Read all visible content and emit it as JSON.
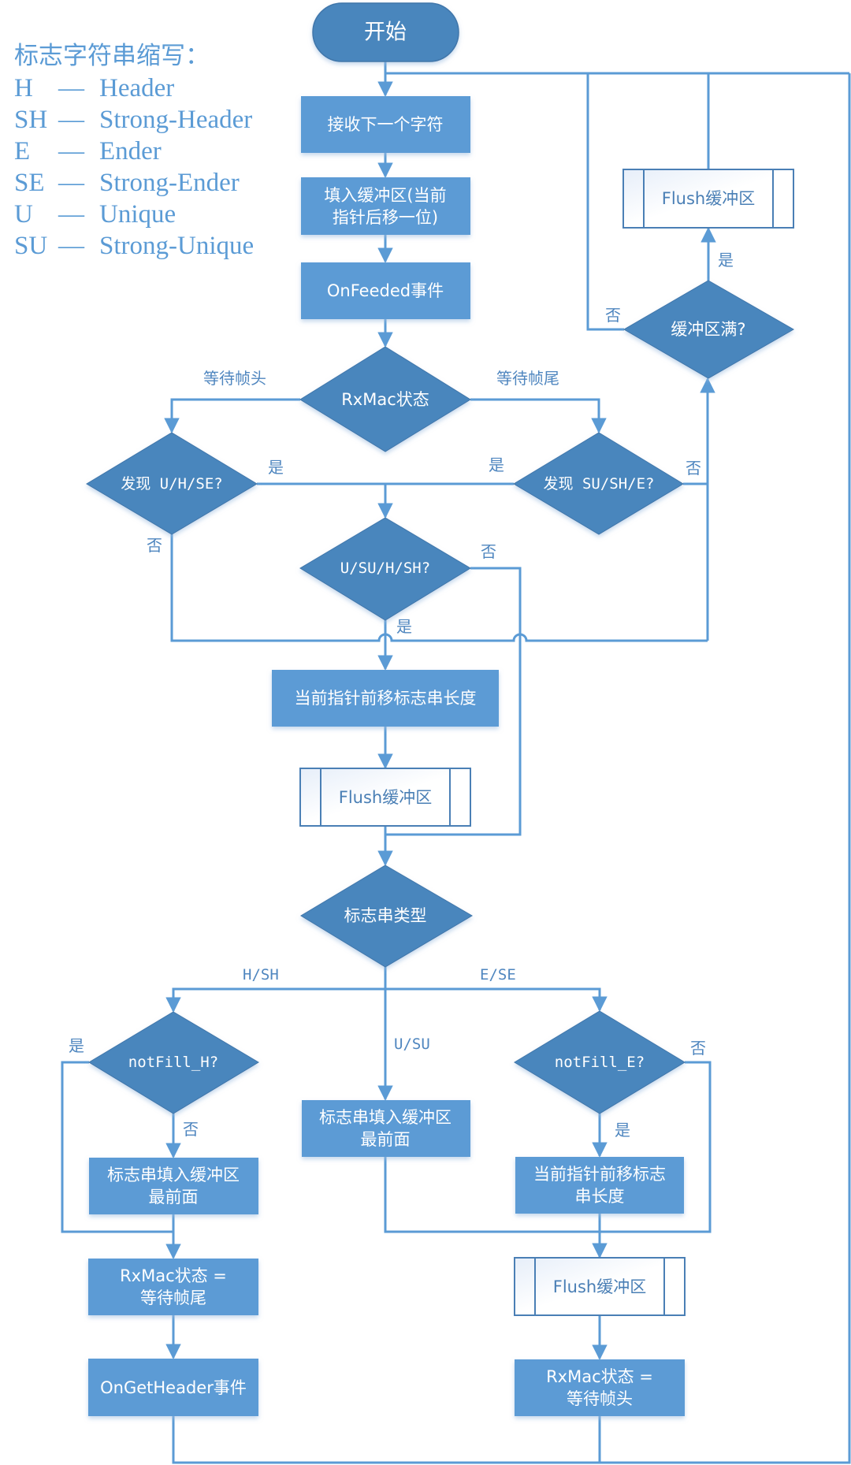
{
  "legend": {
    "title": "标志字符串缩写：",
    "items": [
      {
        "abbr": "H",
        "full": "Header"
      },
      {
        "abbr": "SH",
        "full": "Strong-Header"
      },
      {
        "abbr": "E",
        "full": "Ender"
      },
      {
        "abbr": "SE",
        "full": "Strong-Ender"
      },
      {
        "abbr": "U",
        "full": "Unique"
      },
      {
        "abbr": "SU",
        "full": "Strong-Unique"
      }
    ],
    "dash": "—"
  },
  "colors": {
    "process_fill": "#5b9bd5",
    "decision_fill": "#4a86bd",
    "terminator_fill": "#4a86bd",
    "line": "#5b9bd5",
    "label_text": "#4f86bf",
    "subprocess_fill": "#f4f8fd"
  },
  "nodes": {
    "start": "开始",
    "receive_char": "接收下一个字符",
    "fill_buffer": [
      "填入缓冲区(当前",
      "指针后移一位)"
    ],
    "on_feeded": "OnFeeded事件",
    "rxmac_state": "RxMac状态",
    "buffer_full": "缓冲区满?",
    "flush_top": "Flush缓冲区",
    "find_uhse": "发现 U/H/SE?",
    "find_sushe": "发现 SU/SH/E?",
    "is_usuhsh": "U/SU/H/SH?",
    "move_ptr_back": "当前指针前移标志串长度",
    "flush_mid": "Flush缓冲区",
    "flag_type": "标志串类型",
    "notfill_h": "notFill_H?",
    "notfill_e": "notFill_E?",
    "fill_front_left": [
      "标志串填入缓冲区",
      "最前面"
    ],
    "fill_front_mid": [
      "标志串填入缓冲区",
      "最前面"
    ],
    "move_ptr_back_right": [
      "当前指针前移标志",
      "串长度"
    ],
    "flush_bottom": "Flush缓冲区",
    "set_wait_tail": [
      "RxMac状态 =",
      "等待帧尾"
    ],
    "on_get_header": "OnGetHeader事件",
    "set_wait_head": [
      "RxMac状态 =",
      "等待帧头"
    ]
  },
  "edge_labels": {
    "wait_head": "等待帧头",
    "wait_tail": "等待帧尾",
    "yes": "是",
    "no": "否",
    "h_sh": "H/SH",
    "e_se": "E/SE",
    "u_su": "U/SU"
  }
}
